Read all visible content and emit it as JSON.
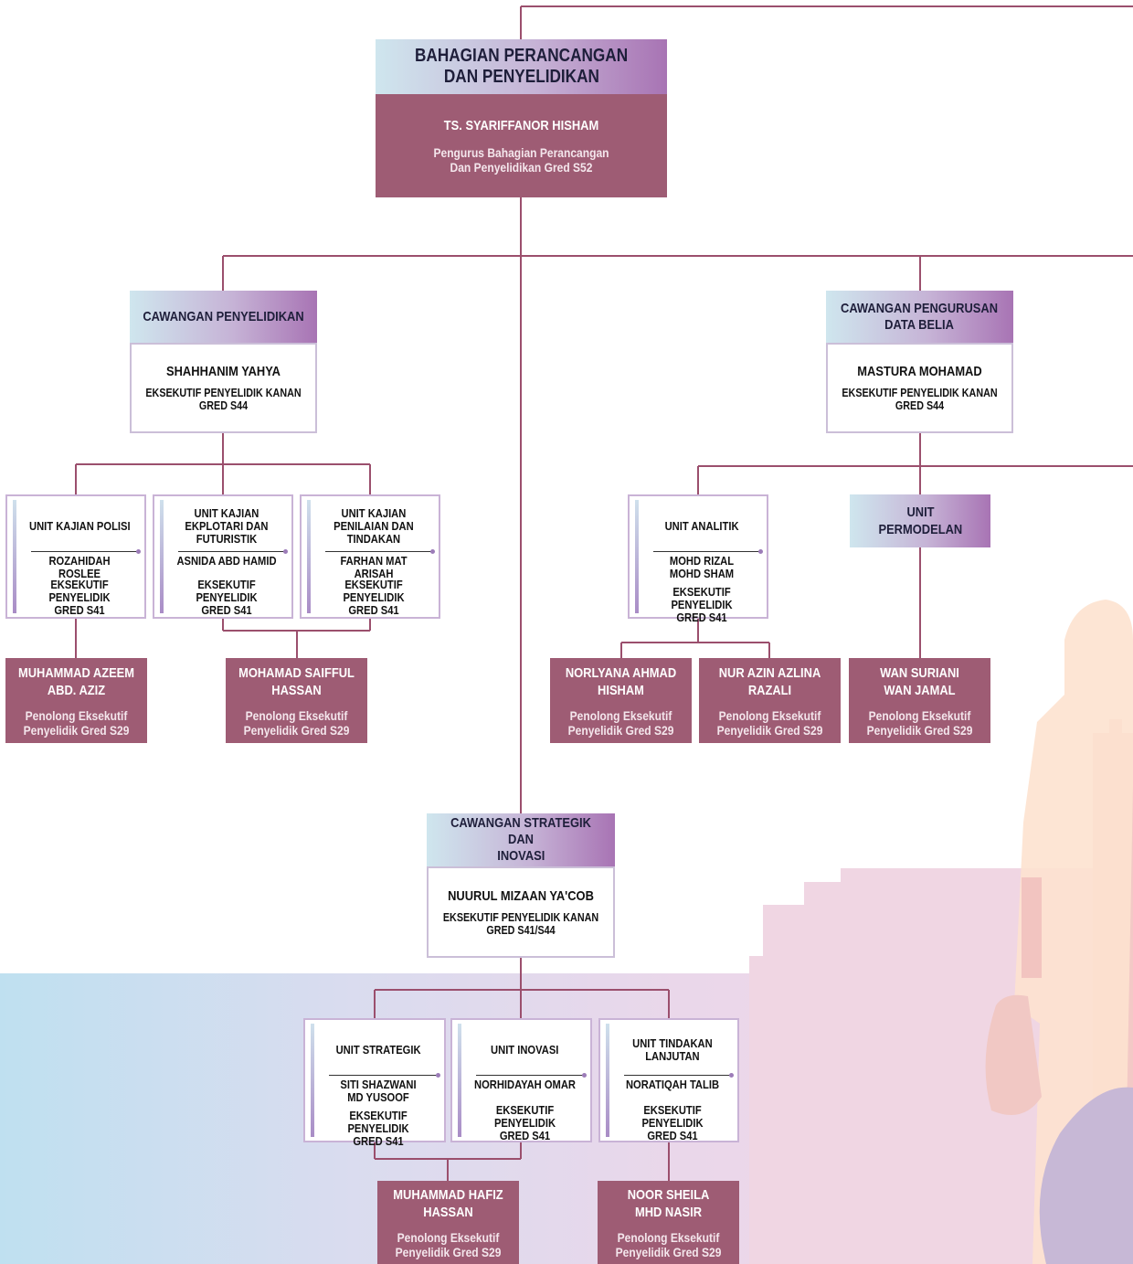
{
  "division": {
    "title_line1": "BAHAGIAN PERANCANGAN",
    "title_line2": "DAN PENYELIDIKAN",
    "head_name": "TS. SYARIFFANOR HISHAM",
    "head_post_line1": "Pengurus Bahagian Perancangan",
    "head_post_line2": "Dan Penyelidikan Gred S52"
  },
  "branches": {
    "research": {
      "title": "CAWANGAN PENYELIDIKAN",
      "name": "SHAHHANIM YAHYA",
      "post_line1": "EKSEKUTIF PENYELIDIK KANAN",
      "post_line2": "GRED S44"
    },
    "youth_data": {
      "title_line1": "CAWANGAN PENGURUSAN",
      "title_line2": "DATA BELIA",
      "name": "MASTURA MOHAMAD",
      "post_line1": "EKSEKUTIF PENYELIDIK KANAN",
      "post_line2": "GRED S44"
    },
    "strategic": {
      "title_line1": "CAWANGAN STRATEGIK DAN",
      "title_line2": "INOVASI",
      "name": "NUURUL MIZAAN YA'COB",
      "post_line1": "EKSEKUTIF PENYELIDIK KANAN",
      "post_line2": "GRED S41/S44"
    }
  },
  "units": {
    "policy": {
      "title": [
        "UNIT KAJIAN POLISI"
      ],
      "name": [
        "ROZAHIDAH ROSLEE"
      ],
      "post": [
        "EKSEKUTIF PENYELIDIK",
        "GRED S41"
      ]
    },
    "exploratory": {
      "title": [
        "UNIT KAJIAN",
        "EKPLOTARI DAN",
        "FUTURISTIK"
      ],
      "name": [
        "ASNIDA ABD HAMID"
      ],
      "post": [
        "EKSEKUTIF PENYELIDIK",
        "GRED S41"
      ]
    },
    "evaluation": {
      "title": [
        "UNIT KAJIAN",
        "PENILAIAN DAN",
        "TINDAKAN"
      ],
      "name": [
        "FARHAN MAT ARISAH"
      ],
      "post": [
        "EKSEKUTIF PENYELIDIK",
        "GRED S41"
      ]
    },
    "analytics": {
      "title": [
        "UNIT ANALITIK"
      ],
      "name": [
        "MOHD RIZAL",
        "MOHD SHAM"
      ],
      "post": [
        "EKSEKUTIF PENYELIDIK",
        "GRED S41"
      ]
    },
    "modelling": {
      "title_line1": "UNIT",
      "title_line2": "PERMODELAN"
    },
    "strategy": {
      "title": [
        "UNIT STRATEGIK"
      ],
      "name": [
        "SITI SHAZWANI",
        "MD YUSOOF"
      ],
      "post": [
        "EKSEKUTIF PENYELIDIK",
        "GRED S41"
      ]
    },
    "innovation": {
      "title": [
        "UNIT INOVASI"
      ],
      "name": [
        "NORHIDAYAH OMAR"
      ],
      "post": [
        "EKSEKUTIF PENYELIDIK",
        "GRED S41"
      ]
    },
    "followup": {
      "title": [
        "UNIT TINDAKAN",
        "LANJUTAN"
      ],
      "name": [
        "NORATIQAH TALIB"
      ],
      "post": [
        "EKSEKUTIF PENYELIDIK",
        "GRED S41"
      ]
    }
  },
  "assistants": {
    "azeem": {
      "name": [
        "MUHAMMAD AZEEM",
        "ABD. AZIZ"
      ],
      "post": [
        "Penolong Eksekutif",
        "Penyelidik Gred S29"
      ]
    },
    "saifful": {
      "name": [
        "MOHAMAD SAIFFUL",
        "HASSAN"
      ],
      "post": [
        "Penolong Eksekutif",
        "Penyelidik Gred S29"
      ]
    },
    "norlyana": {
      "name": [
        "NORLYANA AHMAD",
        "HISHAM"
      ],
      "post": [
        "Penolong Eksekutif",
        "Penyelidik Gred S29"
      ]
    },
    "nurazin": {
      "name": [
        "NUR AZIN AZLINA",
        "RAZALI"
      ],
      "post": [
        "Penolong Eksekutif",
        "Penyelidik Gred S29"
      ]
    },
    "wansuriani": {
      "name": [
        "WAN SURIANI",
        "WAN JAMAL"
      ],
      "post": [
        "Penolong Eksekutif",
        "Penyelidik Gred S29"
      ]
    },
    "hafiz": {
      "name": [
        "MUHAMMAD HAFIZ",
        "HASSAN"
      ],
      "post": [
        "Penolong Eksekutif",
        "Penyelidik Gred S29"
      ]
    },
    "sheila": {
      "name": [
        "NOOR SHEILA",
        "MHD NASIR"
      ],
      "post": [
        "Penolong Eksekutif",
        "Penyelidik Gred S29"
      ]
    }
  },
  "colors": {
    "connector": "#9b4f6d",
    "maroon": "#9e5c74",
    "header_gradient_start": "#cfe6ee",
    "header_gradient_end": "#a874b4"
  }
}
